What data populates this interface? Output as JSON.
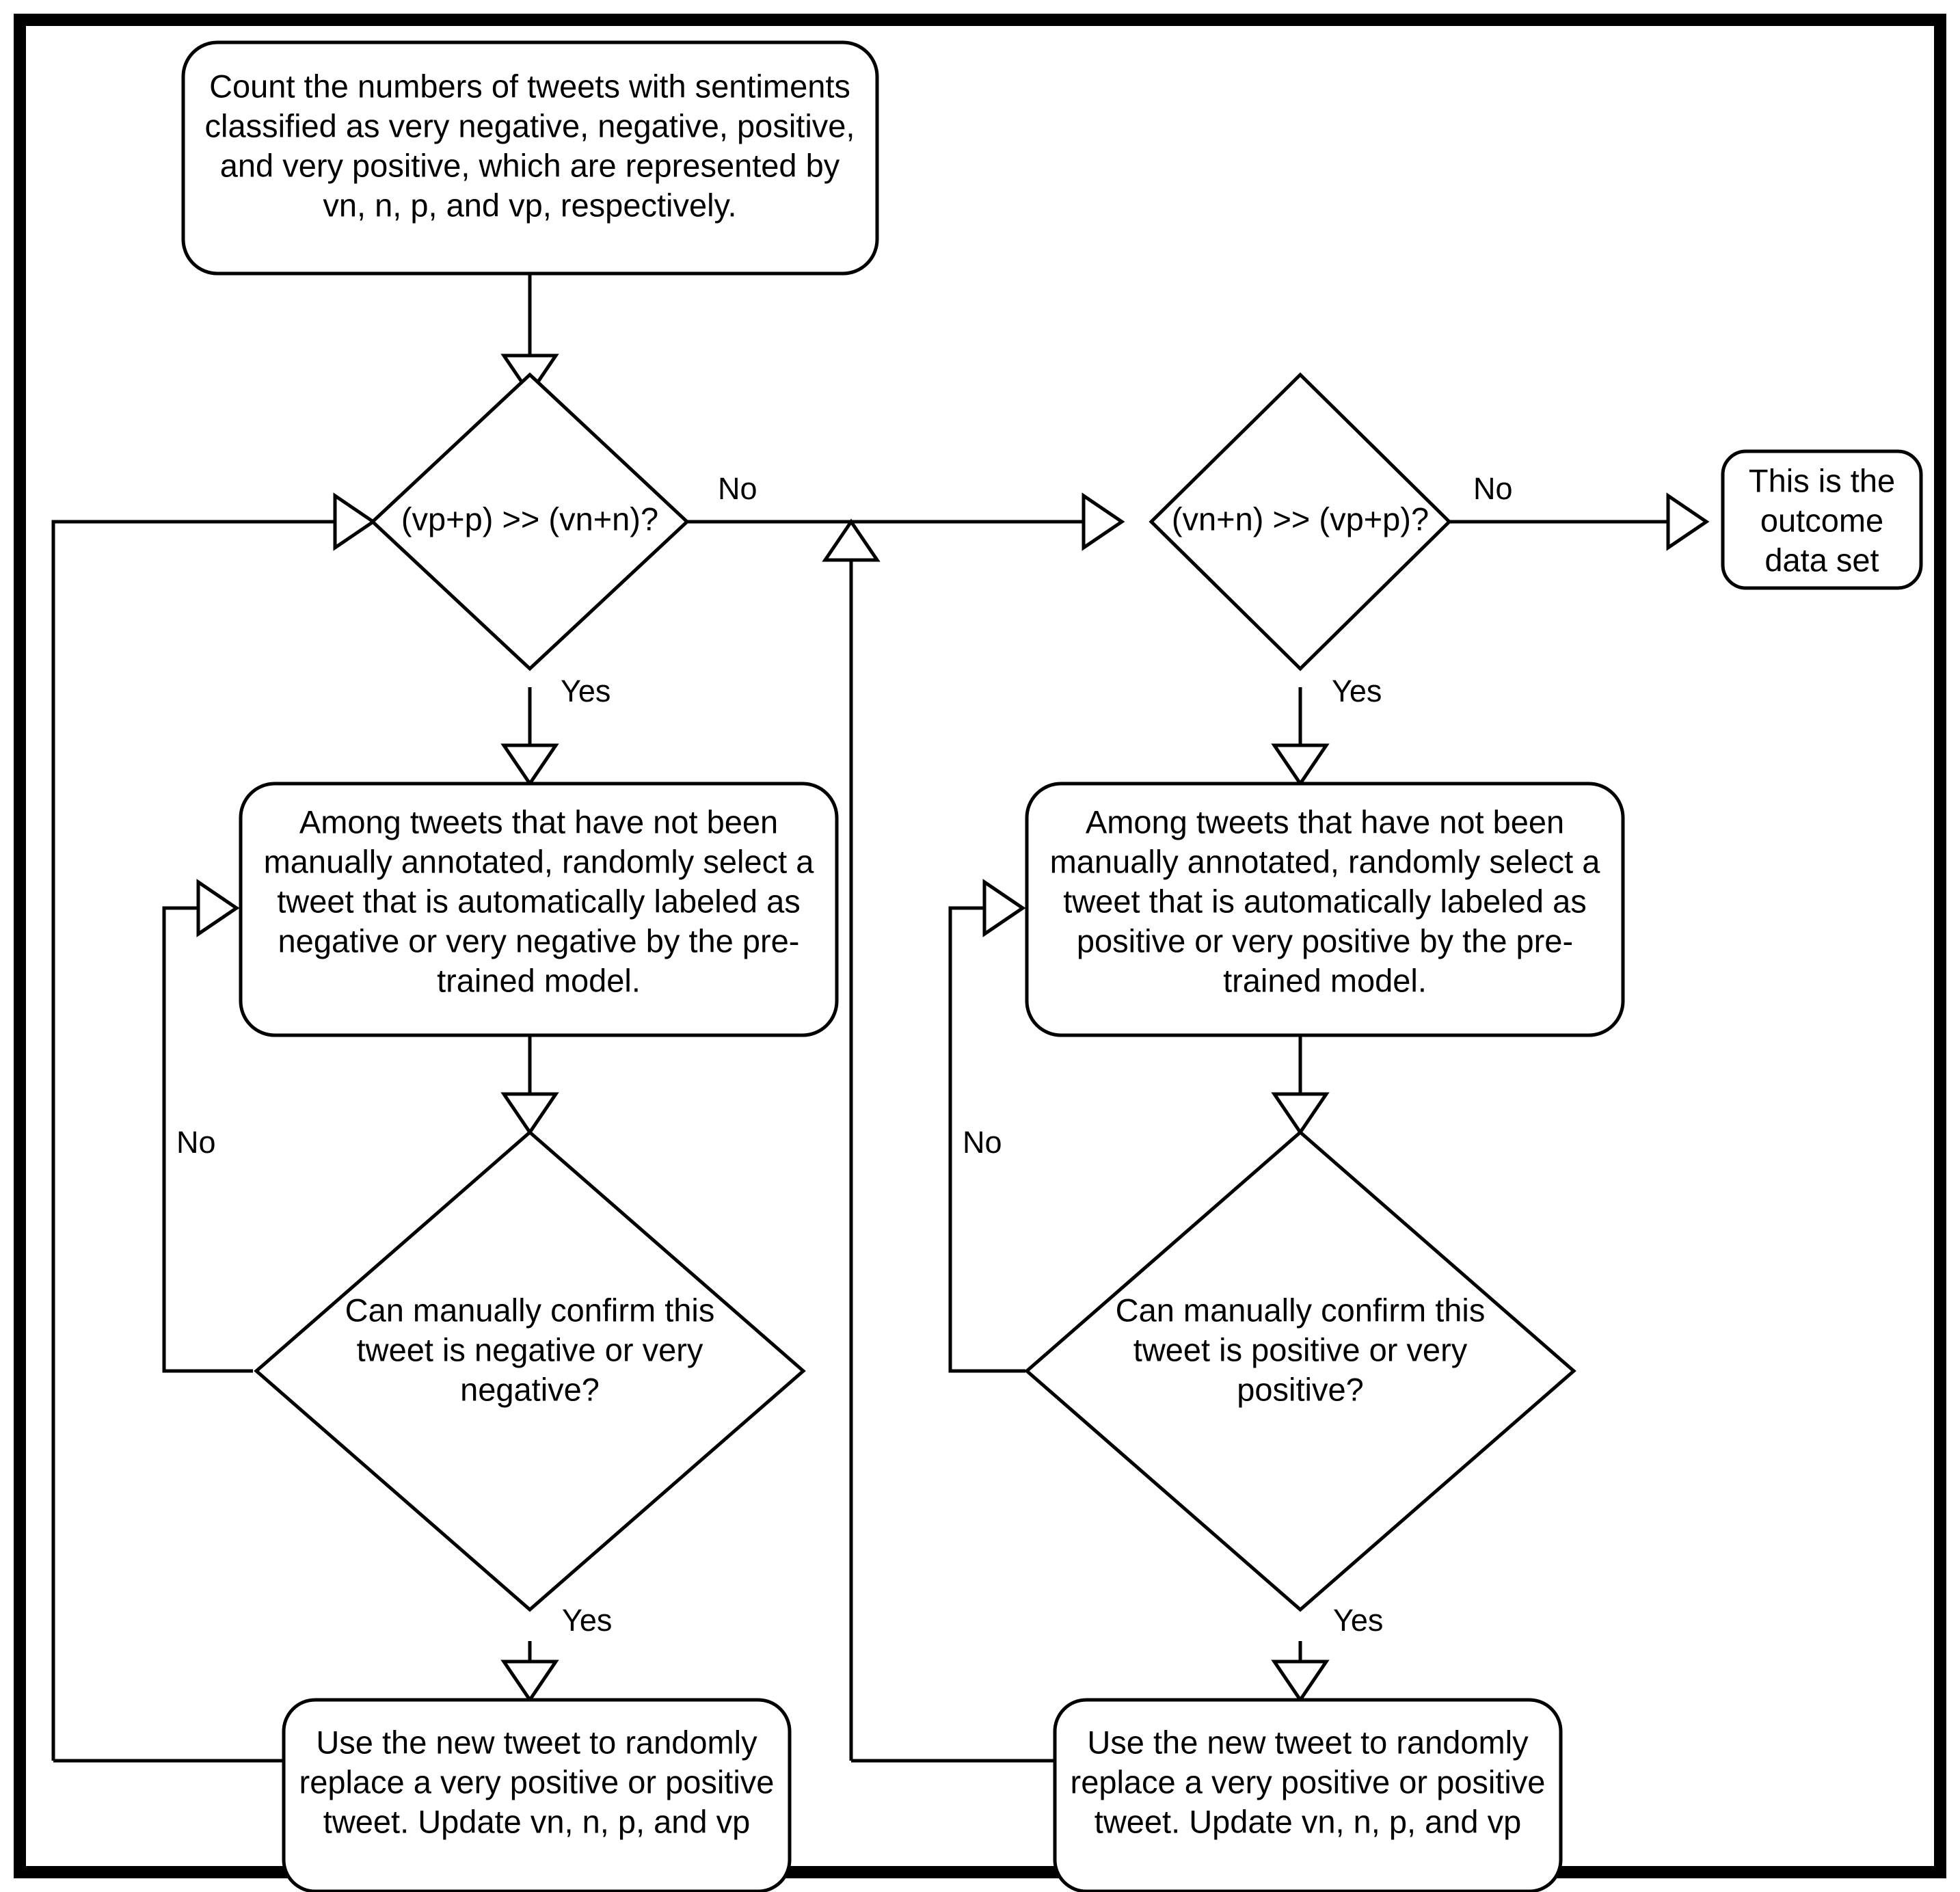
{
  "diagram": {
    "title": "Active learning tweet sentiment balancing flowchart",
    "colors": {
      "stroke": "#000000",
      "fill": "#ffffff",
      "frame": "#000000"
    },
    "nodes": {
      "start_count": {
        "type": "process",
        "lines": [
          "Count the numbers of tweets with sentiments",
          "classified as very negative, negative, positive,",
          "and very positive,  which are represented by",
          "vn, n, p, and vp, respectively."
        ]
      },
      "decision_vp_gt_vn": {
        "type": "decision",
        "lines": [
          "(vp+p) >> (vn+n)?"
        ]
      },
      "decision_vn_gt_vp": {
        "type": "decision",
        "lines": [
          "(vn+n) >> (vp+p)?"
        ]
      },
      "outcome": {
        "type": "process",
        "lines": [
          "This is  the",
          "outcome",
          "data set"
        ]
      },
      "select_negative": {
        "type": "process",
        "lines": [
          "Among tweets that have not been",
          "manually annotated, randomly select a",
          "tweet that is automatically labeled as",
          "negative or very negative by the pre-",
          "trained model."
        ]
      },
      "select_positive": {
        "type": "process",
        "lines": [
          "Among tweets that have not been",
          "manually annotated, randomly select a",
          "tweet that is automatically labeled as",
          "positive or very positive by the pre-",
          "trained model."
        ]
      },
      "confirm_negative": {
        "type": "decision",
        "lines": [
          "Can manually confirm this",
          "tweet is negative or very",
          "negative?"
        ]
      },
      "confirm_positive": {
        "type": "decision",
        "lines": [
          "Can manually confirm this",
          "tweet is positive or very",
          "positive?"
        ]
      },
      "replace_left": {
        "type": "process",
        "lines": [
          "Use the new tweet to randomly",
          "replace a very positive or positive",
          "tweet. Update vn, n, p, and vp"
        ]
      },
      "replace_right": {
        "type": "process",
        "lines": [
          "Use the new tweet to randomly",
          "replace a very positive or positive",
          "tweet. Update vn, n, p, and vp"
        ]
      }
    },
    "edge_labels": {
      "d1_no": "No",
      "d1_yes": "Yes",
      "d2_no": "No",
      "d2_yes": "Yes",
      "c1_no": "No",
      "c1_yes": "Yes",
      "c2_no": "No",
      "c2_yes": "Yes"
    }
  }
}
